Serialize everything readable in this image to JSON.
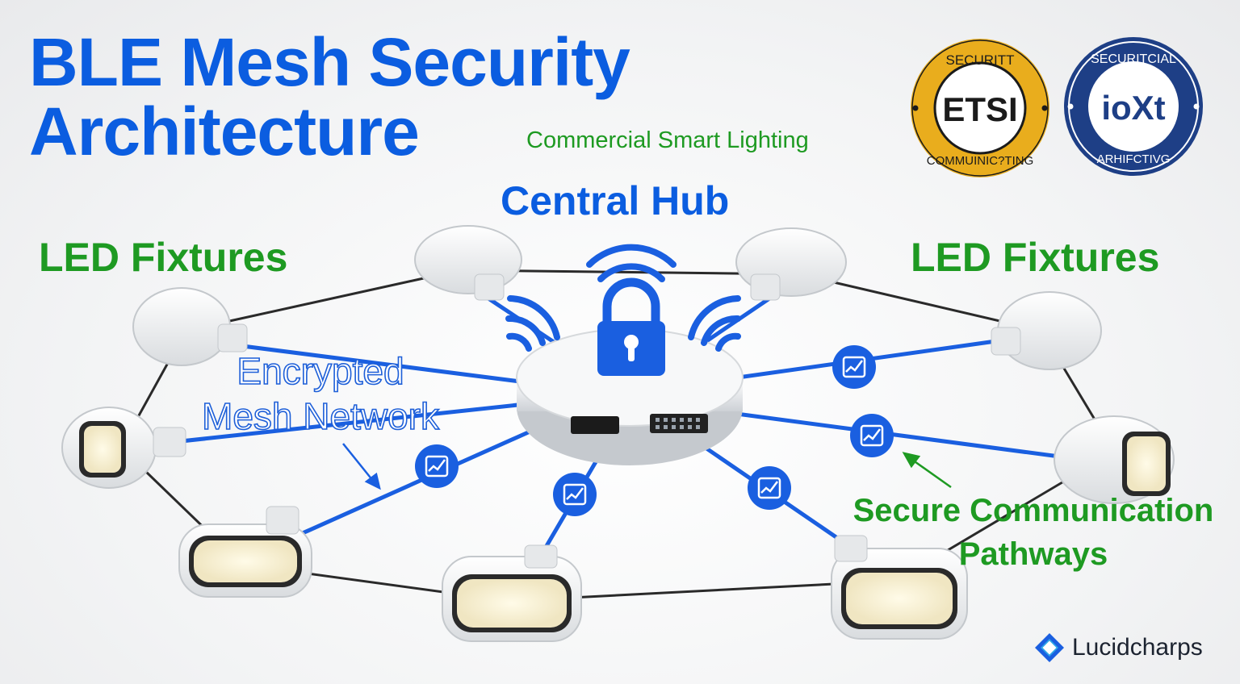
{
  "title_line1": "BLE Mesh Security",
  "title_line2": "Architecture",
  "subtitle": "Commercial Smart Lighting",
  "hub_label": "Central Hub",
  "led_left": "LED Fixtures",
  "led_right": "LED Fixtures",
  "encrypted_line1": "Encrypted",
  "encrypted_line2": "Mesh Network",
  "secure_line1": "Secure Communication",
  "secure_line2": "Pathways",
  "badges": [
    {
      "center": "ETSI",
      "top_arc": "SECURITT",
      "bottom_arc": "COMMUINIC?TING"
    },
    {
      "center": "ioXt",
      "top_arc": "SECURITCIAL",
      "bottom_arc": "ARHIFCTIVG"
    }
  ],
  "brand": "Lucidcharps",
  "icons": {
    "lock": "padlock-icon",
    "wifi": "wifi-signal-icon",
    "chart": "chart-node-icon",
    "logo": "lucid-logo-icon"
  },
  "colors": {
    "primary_blue": "#0b5de0",
    "green": "#1e9a22",
    "badge_gold": "#e9ad1d",
    "badge_navy": "#1e3f86"
  }
}
